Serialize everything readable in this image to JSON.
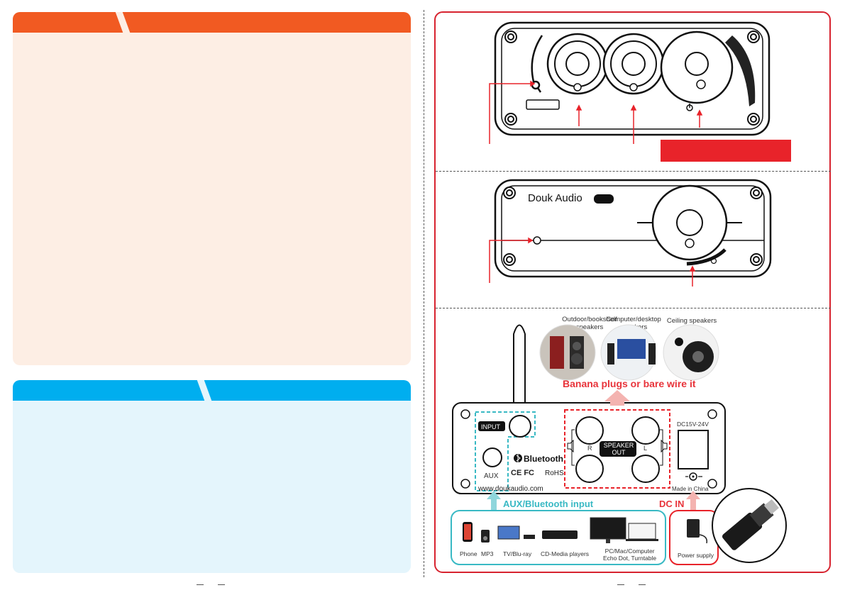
{
  "brand": {
    "name": "Douk Audio"
  },
  "labels": {
    "input": "INPUT",
    "aux": "AUX",
    "bluetooth": "Bluetooth",
    "certs": "CE FC",
    "rohs": "RoHS",
    "speaker_out_1": "SPEAKER",
    "speaker_out_2": "OUT",
    "r": "R",
    "l": "L",
    "dc_spec": "DC15V-24V",
    "website": "www.doukaudio.com",
    "made_in": "Made in China",
    "plus": "+",
    "minus": "−"
  },
  "speaker_types": [
    {
      "line1": "Outdoor/bookshelf",
      "line2": "speakers"
    },
    {
      "line1": "Computer/desktop",
      "line2": "speakers"
    },
    {
      "line1": "Ceiling speakers",
      "line2": ""
    }
  ],
  "headings": {
    "banana": "Banana plugs or bare wire it",
    "aux_bt_input": "AUX/Bluetooth input",
    "dc_in": "DC IN"
  },
  "sources": [
    {
      "label": "Phone"
    },
    {
      "label": "MP3"
    },
    {
      "label": "TV/Blu-ray"
    },
    {
      "label": "CD-Media players"
    },
    {
      "label": "PC/Mac/Computer",
      "label2": "Echo Dot, Turntable"
    }
  ],
  "power": {
    "label": "Power supply"
  },
  "colors": {
    "orange": "#f15a22",
    "blue": "#00aeef",
    "red": "#e8232a",
    "teal": "#39b9c4"
  }
}
